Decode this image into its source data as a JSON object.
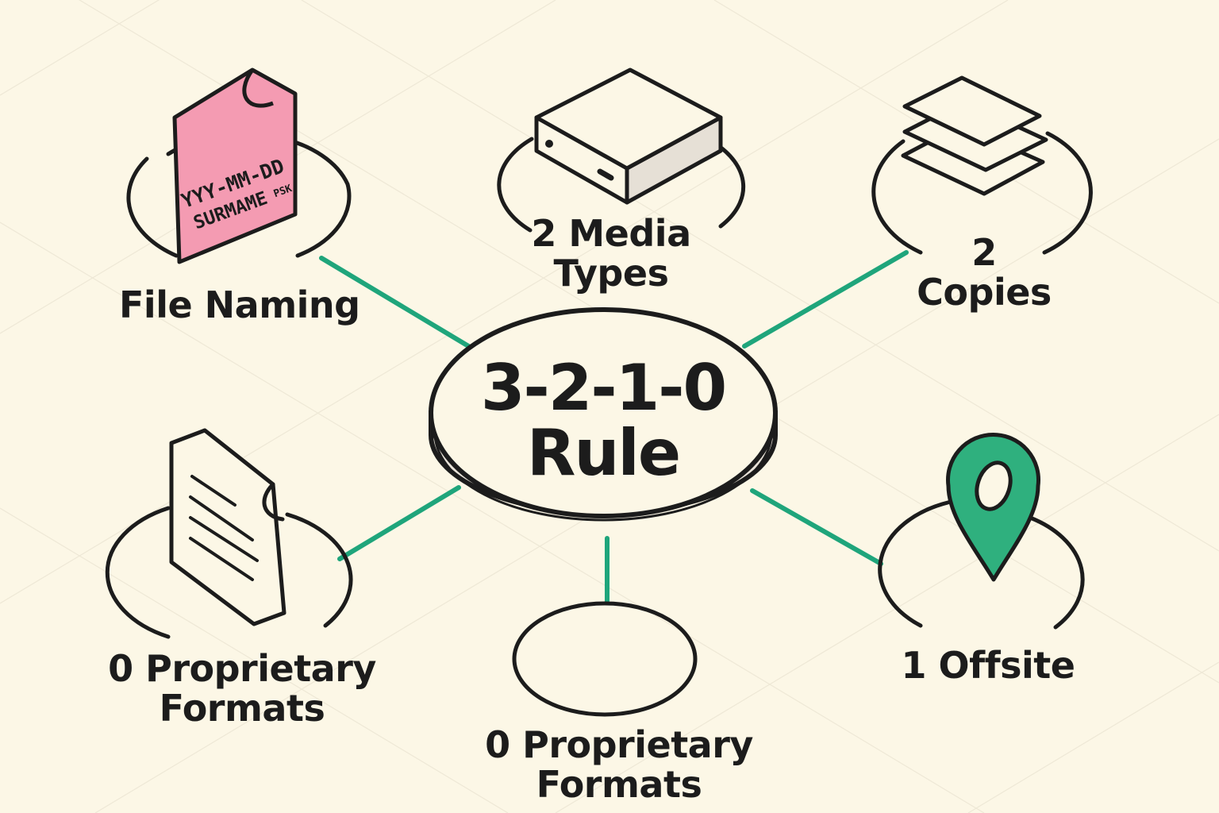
{
  "center": {
    "line1": "3-2-1-0",
    "line2": "Rule"
  },
  "nodes": {
    "file_naming": {
      "label": "File Naming",
      "icon": "file-naming-icon",
      "icon_text_1": "YYY-MM-DD",
      "icon_text_2": "SURMAME",
      "icon_text_3": "PSK"
    },
    "media_types": {
      "line1": "2 Media",
      "line2": "Types",
      "icon": "hard-drive-icon"
    },
    "copies": {
      "line1": "2",
      "line2": "Copies",
      "icon": "stacked-layers-icon"
    },
    "proprietary_left": {
      "line1": "0 Proprietary",
      "line2": "Formats",
      "icon": "document-icon"
    },
    "proprietary_bottom": {
      "line1": "0 Proprietary",
      "line2": "Formats"
    },
    "offsite": {
      "label": "1 Offsite",
      "icon": "location-pin-icon"
    }
  },
  "colors": {
    "background": "#fcf7e6",
    "outline": "#1c1c1c",
    "connector": "#1fa57b",
    "file_pink": "#f49bb2",
    "pin_green": "#2fb07e",
    "disk_side": "#e6e0d6",
    "grid": "#eee8d6"
  }
}
